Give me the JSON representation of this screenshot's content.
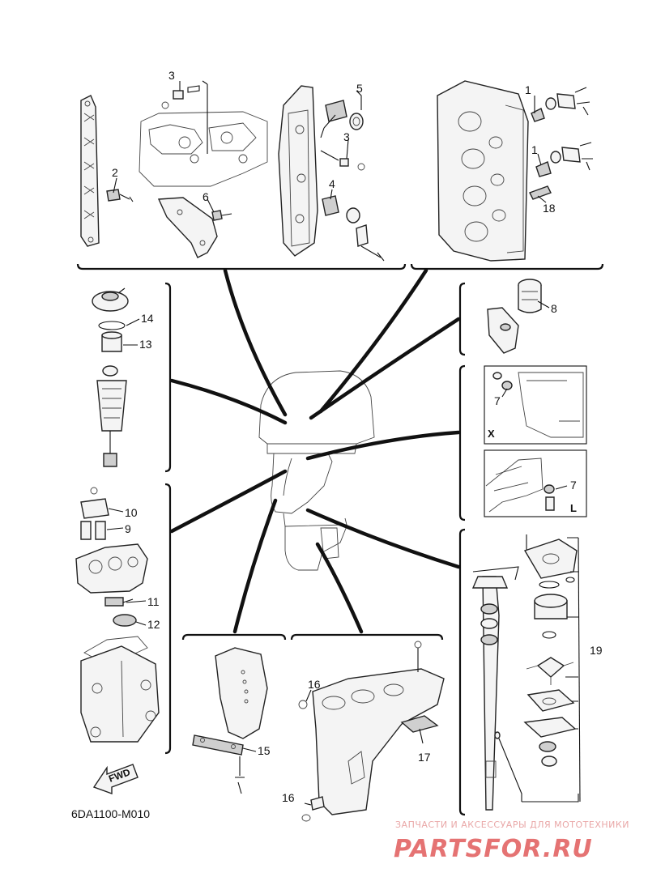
{
  "diagram_code": "6DA1100-M010",
  "fwd_label": "FWD",
  "view_labels": {
    "x": "X",
    "l": "L"
  },
  "callouts": [
    {
      "id": "c1a",
      "text": "1"
    },
    {
      "id": "c1b",
      "text": "1"
    },
    {
      "id": "c2",
      "text": "2"
    },
    {
      "id": "c3a",
      "text": "3"
    },
    {
      "id": "c3b",
      "text": "3"
    },
    {
      "id": "c4",
      "text": "4"
    },
    {
      "id": "c5",
      "text": "5"
    },
    {
      "id": "c6",
      "text": "6"
    },
    {
      "id": "c7a",
      "text": "7"
    },
    {
      "id": "c7b",
      "text": "7"
    },
    {
      "id": "c8",
      "text": "8"
    },
    {
      "id": "c9",
      "text": "9"
    },
    {
      "id": "c10",
      "text": "10"
    },
    {
      "id": "c11",
      "text": "11"
    },
    {
      "id": "c12",
      "text": "12"
    },
    {
      "id": "c13",
      "text": "13"
    },
    {
      "id": "c14",
      "text": "14"
    },
    {
      "id": "c15",
      "text": "15"
    },
    {
      "id": "c16a",
      "text": "16"
    },
    {
      "id": "c16b",
      "text": "16"
    },
    {
      "id": "c17",
      "text": "17"
    },
    {
      "id": "c18",
      "text": "18"
    },
    {
      "id": "c19",
      "text": "19"
    }
  ],
  "watermark": {
    "tagline": "ЗАПЧАСТИ И АКСЕССУАРЫ ДЛЯ МОТОТЕХНИКИ",
    "brand": "PARTSFOR.RU",
    "color": "#e57373"
  }
}
